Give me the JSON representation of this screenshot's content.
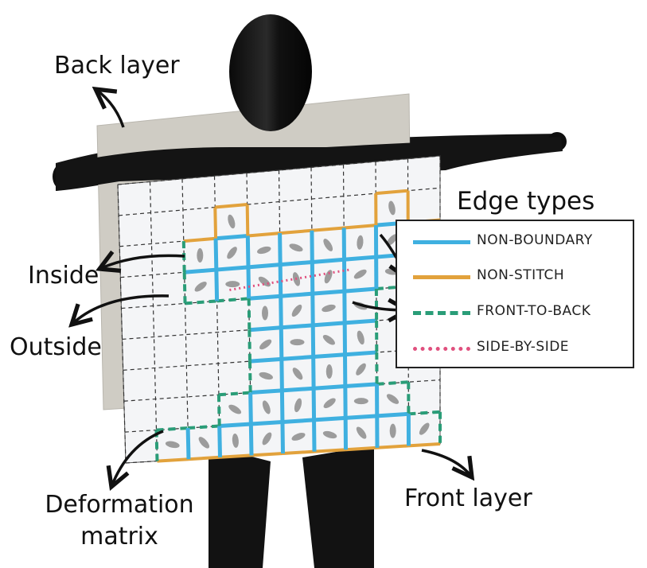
{
  "labels": {
    "back_layer": "Back layer",
    "inside": "Inside",
    "outside": "Outside",
    "deformation_matrix_line1": "Deformation",
    "deformation_matrix_line2": "matrix",
    "front_layer": "Front layer"
  },
  "legend": {
    "title": "Edge types",
    "items": [
      {
        "label": "NON-BOUNDARY",
        "color": "#3fb0e0",
        "style": "solid"
      },
      {
        "label": "NON-STITCH",
        "color": "#e2a23c",
        "style": "solid"
      },
      {
        "label": "FRONT-TO-BACK",
        "color": "#2a9d78",
        "style": "dashed"
      },
      {
        "label": "SIDE-BY-SIDE",
        "color": "#e0507e",
        "style": "dotted"
      }
    ]
  },
  "colors": {
    "mannequin": "#151515",
    "back_layer": "#cfccc4",
    "front_layer": "#f4f5f7",
    "grid_line": "#333333",
    "deformation_marker": "#9c9c9c"
  }
}
